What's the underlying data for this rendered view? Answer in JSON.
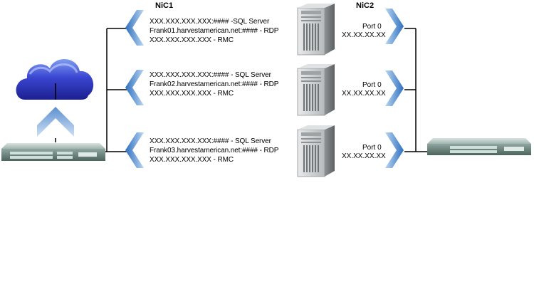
{
  "headers": {
    "nic1": "NiC1",
    "nic2": "NiC2"
  },
  "servers": [
    {
      "line1": "XXX.XXX.XXX.XXX:#### -SQL Server",
      "line2": "Frank01.harvestamerican.net:#### - RDP",
      "line3": "XXX.XXX.XXX.XXX - RMC",
      "port_label": "Port 0",
      "port_ip": "XX.XX.XX.XX"
    },
    {
      "line1": "XXX.XXX.XXX.XXX:#### - SQL Server",
      "line2": "Frank02.harvestamerican.net:#### - RDP",
      "line3": "XXX.XXX.XXX.XXX - RMC",
      "port_label": "Port 0",
      "port_ip": "XX.XX.XX.XX"
    },
    {
      "line1": "XXX.XXX.XXX.XXX:#### - SQL Server",
      "line2": "Frank03.harvestamerican.net:#### - RDP",
      "line3": "XXX.XXX.XXX.XXX - RMC",
      "port_label": "Port 0",
      "port_ip": "XX.XX.XX.XX"
    }
  ],
  "icons": [
    "cloud-icon",
    "up-arrow-icon",
    "network-switch-icon",
    "server-tower-icon",
    "chevron-left-icon",
    "chevron-right-icon"
  ],
  "colors": {
    "cloud": "#2a2fb8",
    "chevron": "#4a86c8",
    "switch": "#6f8e86",
    "server": "#c9cccd",
    "line": "#000000"
  }
}
